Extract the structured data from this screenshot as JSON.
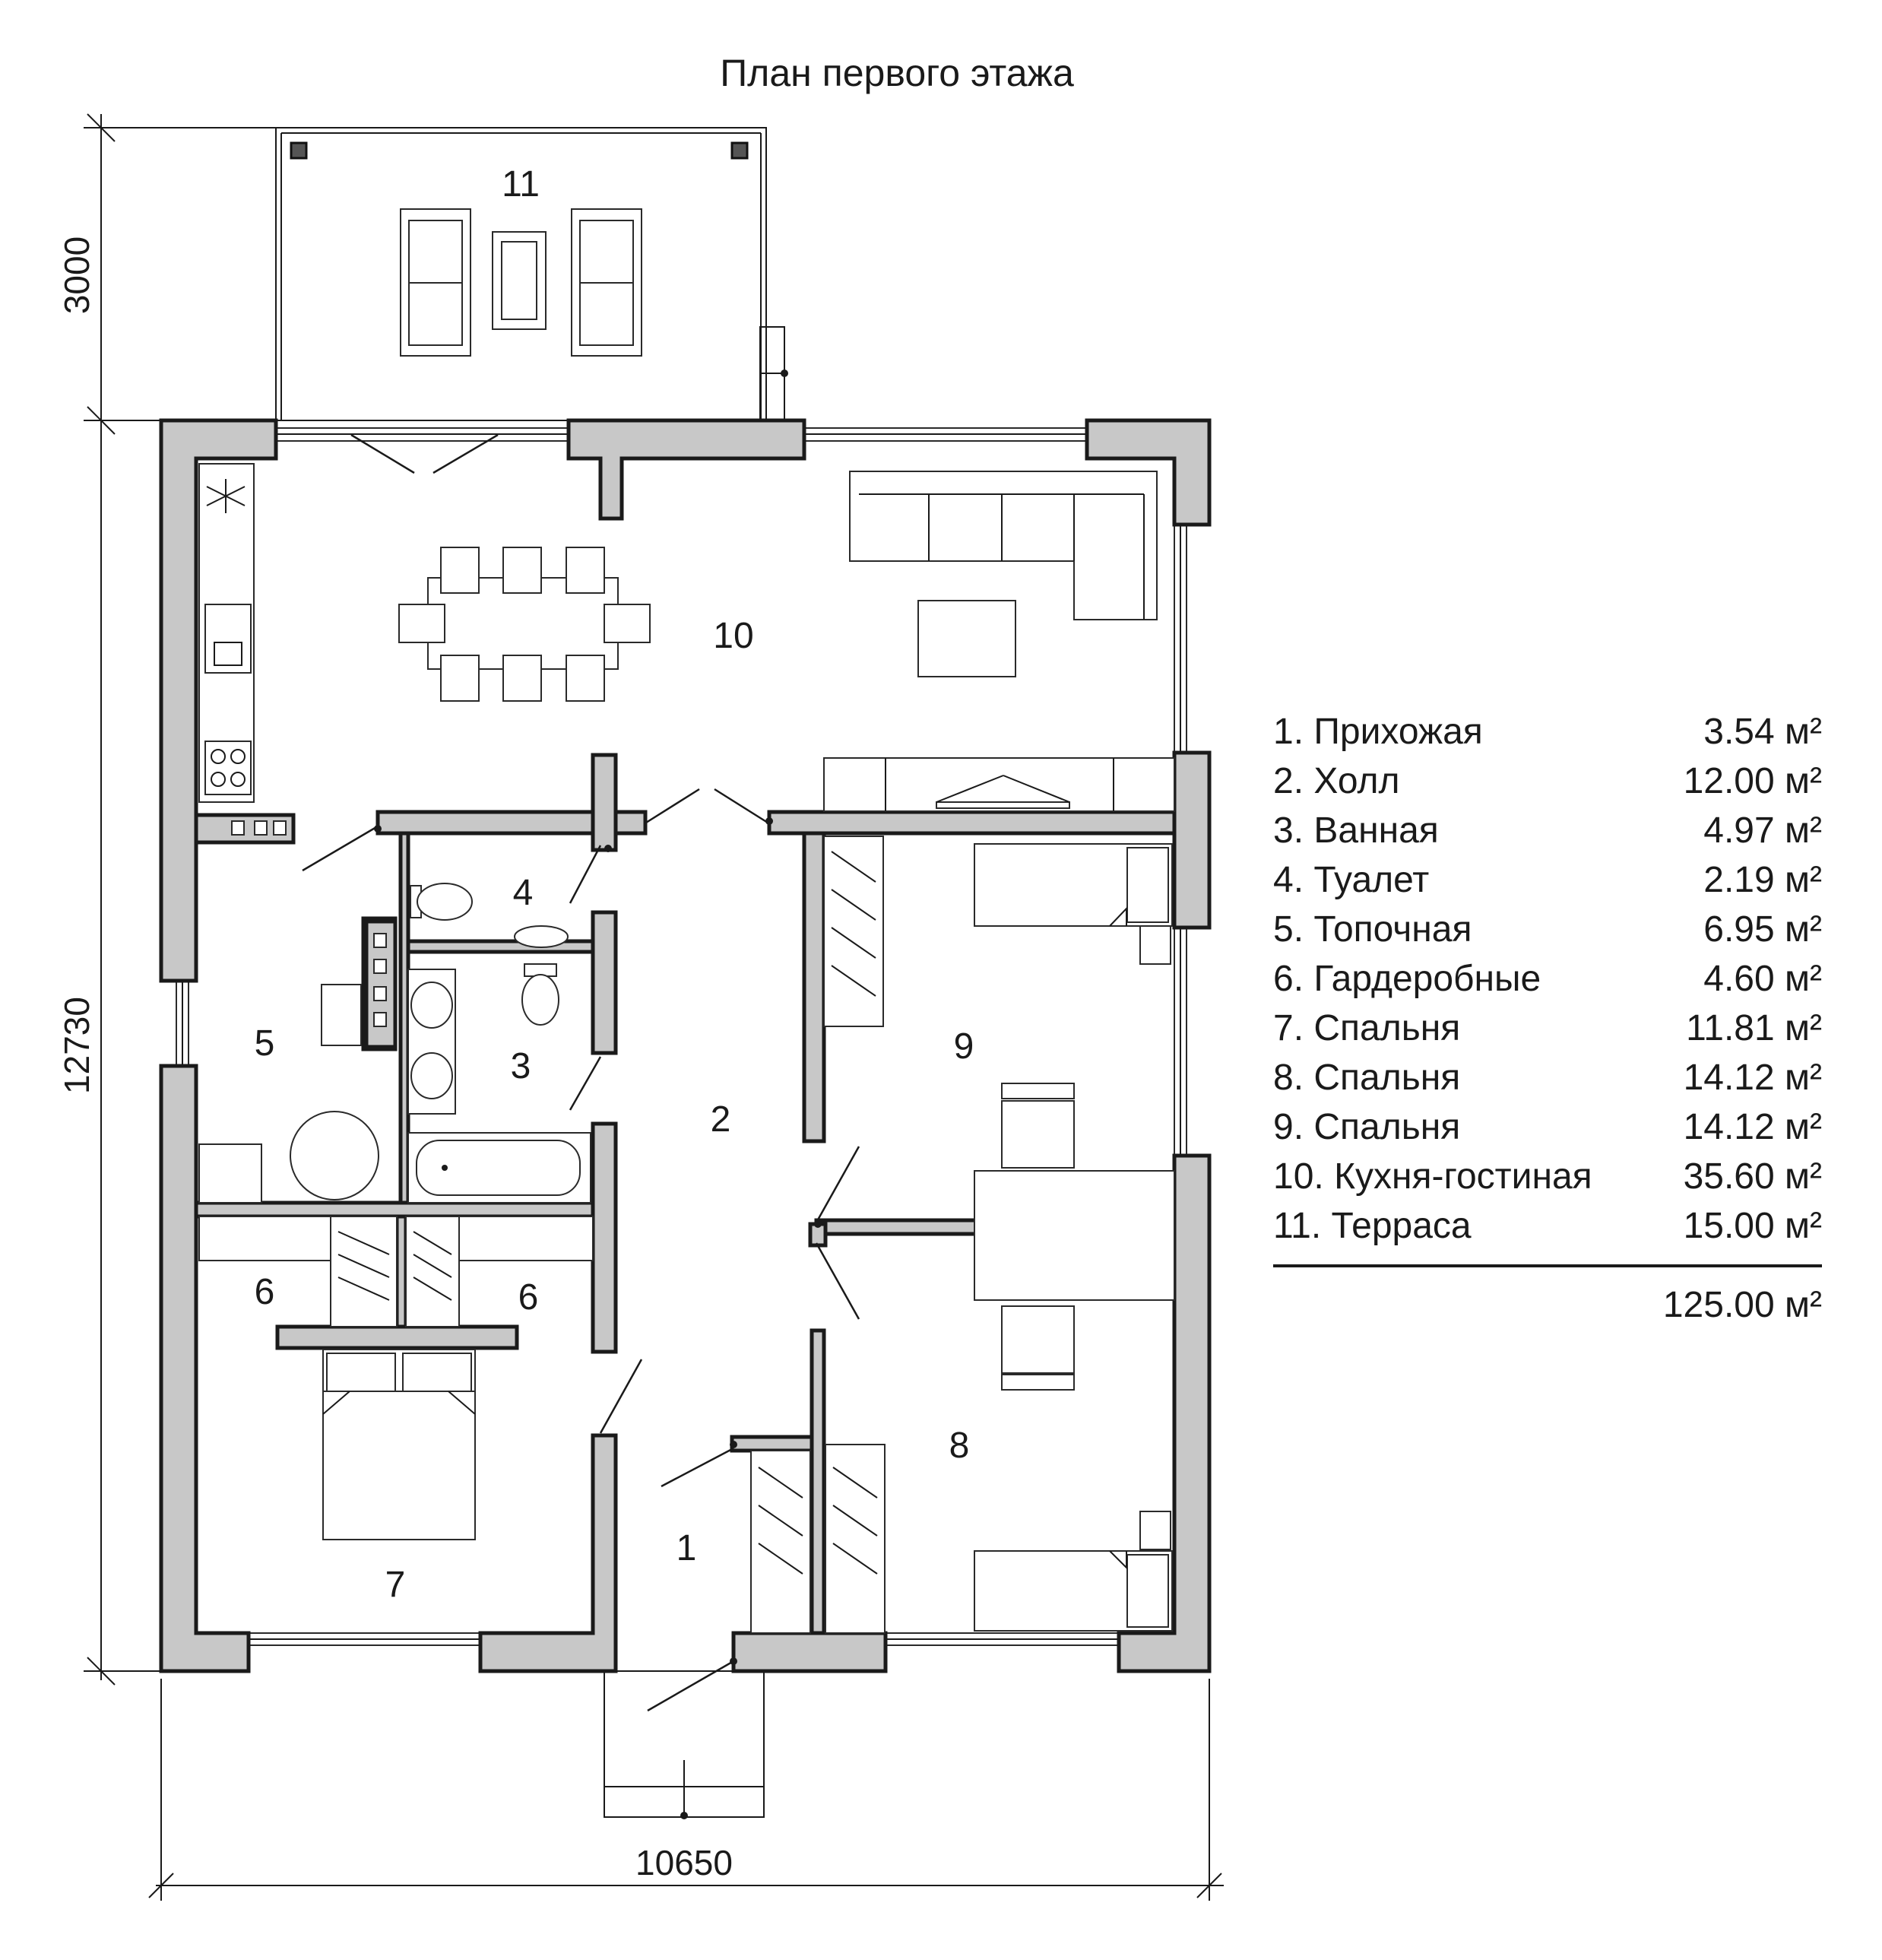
{
  "title": "План первого этажа",
  "dimensions": {
    "terrace_depth": "3000",
    "house_depth": "12730",
    "house_width": "10650"
  },
  "room_numbers": {
    "r1": "1",
    "r2": "2",
    "r3": "3",
    "r4": "4",
    "r5": "5",
    "r6a": "6",
    "r6b": "6",
    "r7": "7",
    "r8": "8",
    "r9": "9",
    "r10": "10",
    "r11": "11"
  },
  "legend": {
    "rooms": [
      {
        "name": "1. Прихожая",
        "area": "3.54 м²"
      },
      {
        "name": "2. Холл",
        "area": "12.00 м²"
      },
      {
        "name": "3. Ванная",
        "area": "4.97 м²"
      },
      {
        "name": "4. Туалет",
        "area": "2.19 м²"
      },
      {
        "name": "5. Топочная",
        "area": "6.95 м²"
      },
      {
        "name": "6. Гардеробные",
        "area": "4.60 м²"
      },
      {
        "name": "7. Спальня",
        "area": "11.81 м²"
      },
      {
        "name": "8. Спальня",
        "area": "14.12 м²"
      },
      {
        "name": "9. Спальня",
        "area": "14.12 м²"
      },
      {
        "name": "10. Кухня-гостиная",
        "area": "35.60 м²"
      },
      {
        "name": "11.  Терраса",
        "area": "15.00 м²"
      }
    ],
    "total": "125.00 м²"
  },
  "colors": {
    "wall_fill": "#c8c8c8",
    "line": "#1a1a1a"
  }
}
